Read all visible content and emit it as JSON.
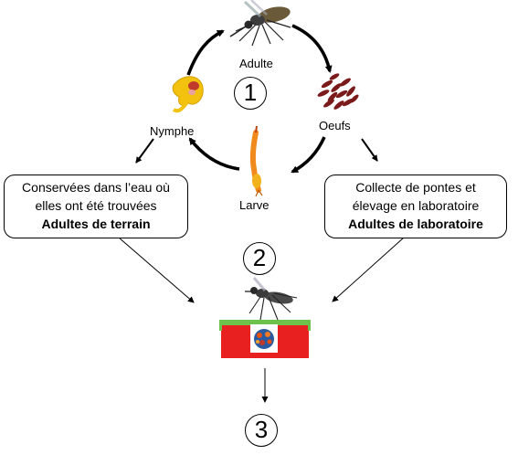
{
  "stages": {
    "adult": "Adulte",
    "eggs": "Oeufs",
    "larva": "Larve",
    "pupa": "Nymphe"
  },
  "steps": [
    "1",
    "2",
    "3"
  ],
  "left_box": {
    "line1": "Conservées dans l’eau où",
    "line2": "elles ont été trouvées",
    "bold": "Adultes de terrain"
  },
  "right_box": {
    "line1": "Collecte de pontes et",
    "line2": "élevage en laboratoire",
    "bold": "Adultes de laboratoire"
  },
  "colors": {
    "cage_red": "#e8201f",
    "cage_lid": "#6cc24a",
    "pupa_yellow": "#f2c20f",
    "egg_red": "#7b1a1a",
    "larva_orange": "#f08a1c"
  },
  "icons": [
    "mosquito-icon",
    "eggs-icon",
    "larva-icon",
    "pupa-icon",
    "cage-icon",
    "blood-meal-icon"
  ]
}
